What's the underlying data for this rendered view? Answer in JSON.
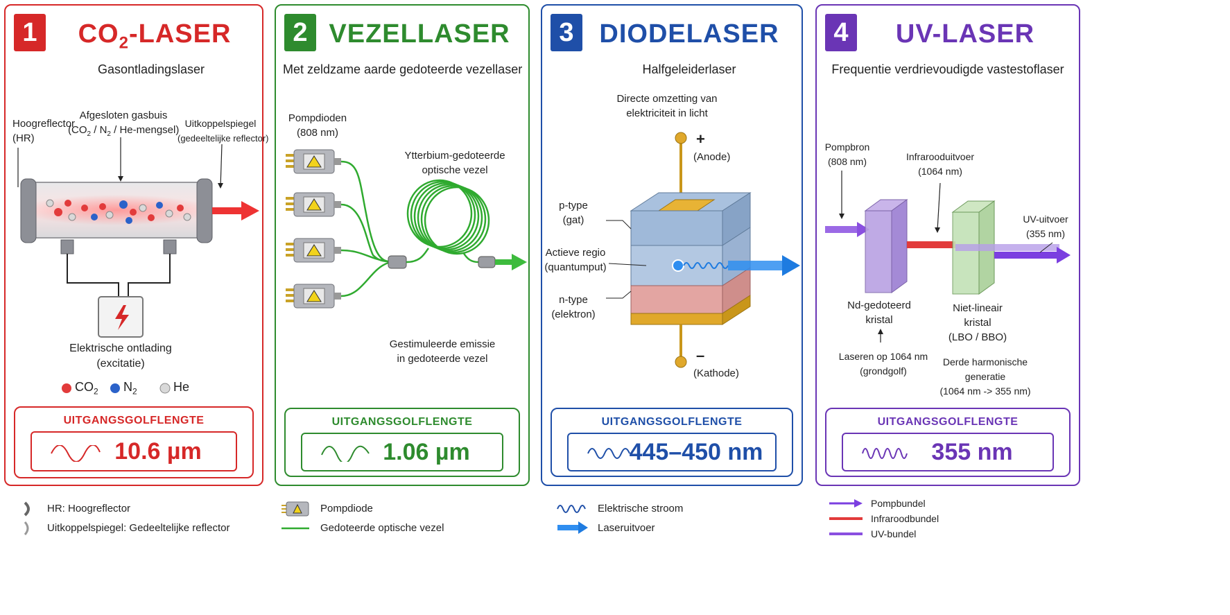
{
  "panels": [
    {
      "number": "1",
      "title_main": "CO",
      "title_sub": "2",
      "title_rest": "-LASER",
      "subtitle": "Gasontladingslaser",
      "color": "#d62828",
      "labels": {
        "hr": [
          "Hoogreflector",
          "(HR)"
        ],
        "tube_title": "Afgesloten gasbuis",
        "tube_mix": [
          "(CO",
          "2",
          " / N",
          "2",
          " / He-mengsel)"
        ],
        "ocm": [
          "Uitkoppelspiegel",
          "(gedeeltelijke reflector)"
        ],
        "discharge": [
          "Elektrische ontlading",
          "(excitatie)"
        ],
        "legend_co2": [
          "CO",
          "2"
        ],
        "legend_n2": [
          "N",
          "2"
        ],
        "legend_he": "He"
      },
      "wavelength_label": "UITGANGSGOLFLENGTE",
      "wavelength_value": "10.6 µm"
    },
    {
      "number": "2",
      "title": "VEZELLASER",
      "subtitle": "Met zeldzame aarde gedoteerde vezellaser",
      "color": "#2e8b2e",
      "labels": {
        "pump": [
          "Pompdioden",
          "(808 nm)"
        ],
        "fiber": [
          "Ytterbium-gedoteerde",
          "optische vezel"
        ],
        "emission": [
          "Gestimuleerde emissie",
          "in gedoteerde vezel"
        ]
      },
      "wavelength_label": "UITGANGSGOLFLENGTE",
      "wavelength_value": "1.06 µm"
    },
    {
      "number": "3",
      "title": "DIODELASER",
      "subtitle": "Halfgeleiderlaser",
      "color": "#1f4fa8",
      "labels": {
        "direct": [
          "Directe omzetting van",
          "elektriciteit in licht"
        ],
        "plus": "+",
        "anode": "(Anode)",
        "ptype": [
          "p-type",
          "(gat)"
        ],
        "active": [
          "Actieve regio",
          "(quantumput)"
        ],
        "ntype": [
          "n-type",
          "(elektron)"
        ],
        "minus": "–",
        "cathode": "(Kathode)"
      },
      "wavelength_label": "UITGANGSGOLFLENGTE",
      "wavelength_value": "445–450 nm"
    },
    {
      "number": "4",
      "title": "UV-LASER",
      "subtitle": "Frequentie verdrievoudigde vastestoflaser",
      "color": "#6a35b5",
      "labels": {
        "pump": [
          "Pompbron",
          "(808 nm)"
        ],
        "ir": [
          "Infrarooduitvoer",
          "(1064 nm)"
        ],
        "uv": [
          "UV-uitvoer",
          "(355 nm)"
        ],
        "nd": [
          "Nd-gedoteerd",
          "kristal"
        ],
        "nl": [
          "Niet-lineair",
          "kristal",
          "(LBO / BBO)"
        ],
        "lasing": [
          "Laseren op 1064 nm",
          "(grondgolf)"
        ],
        "thg": [
          "Derde harmonische",
          "generatie",
          "(1064 nm -> 355 nm)"
        ]
      },
      "wavelength_label": "UITGANGSGOLFLENGTE",
      "wavelength_value": "355 nm"
    }
  ],
  "legend": {
    "col1": [
      "HR: Hoogreflector",
      "Uitkoppelspiegel: Gedeeltelijke reflector"
    ],
    "col2": [
      "Pompdiode",
      "Gedoteerde optische vezel"
    ],
    "col3": [
      "Elektrische stroom",
      "Laseruitvoer"
    ],
    "col4": [
      "Pompbundel",
      "Infraroodbundel",
      "UV-bundel"
    ]
  },
  "colors": {
    "red": "#d62828",
    "green": "#2e8b2e",
    "blue": "#1f4fa8",
    "purple": "#6a35b5",
    "beam_blue": "#1e7be0",
    "uv": "#8a4fe0"
  },
  "icons": [
    "warning-icon",
    "lightning-icon",
    "mirror-icon",
    "arrow-icon",
    "wave-icon"
  ]
}
